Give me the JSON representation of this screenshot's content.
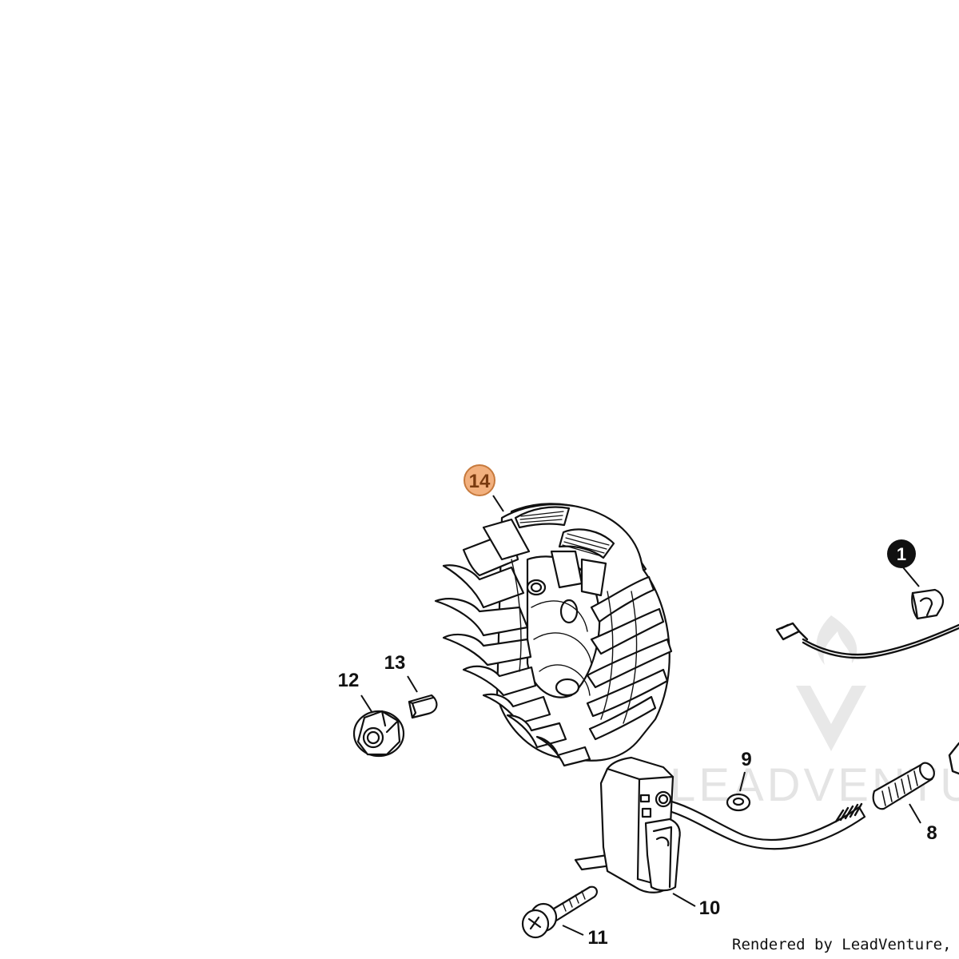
{
  "diagram": {
    "callouts": [
      {
        "id": "1",
        "label": "1",
        "style": "badge"
      },
      {
        "id": "8",
        "label": "8",
        "style": "plain"
      },
      {
        "id": "9",
        "label": "9",
        "style": "plain"
      },
      {
        "id": "10",
        "label": "10",
        "style": "plain"
      },
      {
        "id": "11",
        "label": "11",
        "style": "plain"
      },
      {
        "id": "12",
        "label": "12",
        "style": "plain"
      },
      {
        "id": "13",
        "label": "13",
        "style": "plain"
      },
      {
        "id": "14",
        "label": "14",
        "style": "highlighted"
      }
    ],
    "highlight_color": "#f2b07e",
    "highlight_border_color": "#c77a3d",
    "highlight_text_color": "#7a3b10",
    "badge_color": "#111111"
  },
  "watermark": {
    "text": "LEADVENTURE",
    "color": "#e2e2e2"
  },
  "footer": {
    "credit": "Rendered by LeadVenture, Inc."
  }
}
